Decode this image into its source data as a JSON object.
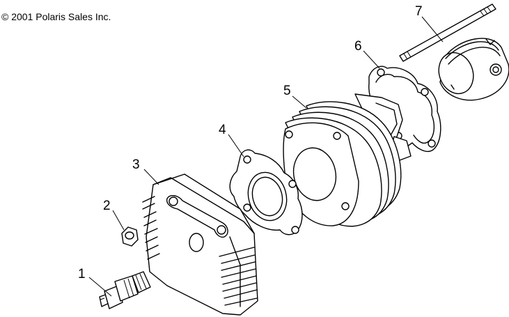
{
  "copyright": "© 2001 Polaris Sales Inc.",
  "parts": [
    {
      "number": "1",
      "part": "spark-plug"
    },
    {
      "number": "2",
      "part": "nut"
    },
    {
      "number": "3",
      "part": "cylinder-head"
    },
    {
      "number": "4",
      "part": "head-gasket"
    },
    {
      "number": "5",
      "part": "cylinder"
    },
    {
      "number": "6",
      "part": "base-gasket"
    },
    {
      "number": "7",
      "part": "stud-and-piston"
    }
  ]
}
